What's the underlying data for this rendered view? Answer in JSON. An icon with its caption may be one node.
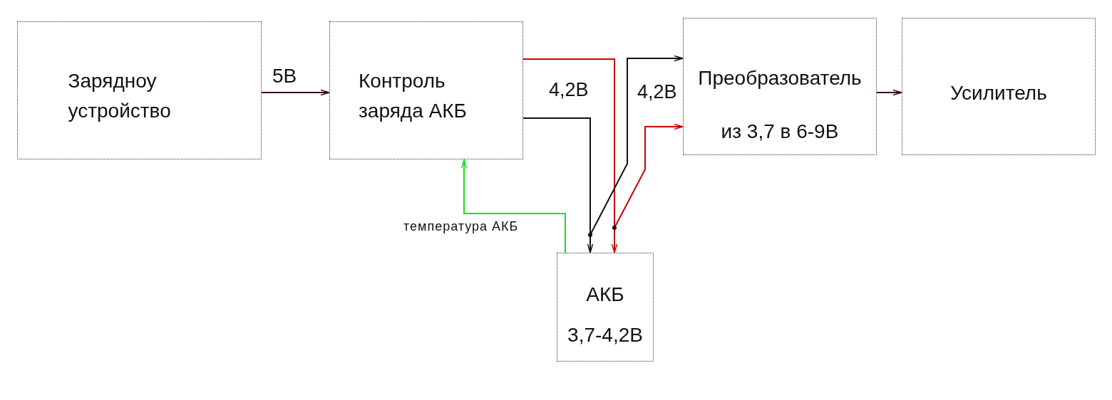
{
  "diagram": {
    "nodes": [
      {
        "text": [
          "Зарядноу устройство"
        ]
      },
      {
        "text": [
          "Контроль заряда АКБ"
        ]
      },
      {
        "text": [
          "Преобразователь",
          "из 3,7 в 6-9В"
        ]
      },
      {
        "text": [
          "Усилитель"
        ]
      },
      {
        "text": [
          "АКБ",
          "3,7-4,2В"
        ]
      }
    ],
    "edges": [
      {
        "from": 0,
        "to": 1,
        "arrow": "to",
        "label": "5В",
        "color": "#3b0b0b"
      },
      {
        "from": 1,
        "to": 4,
        "arrow": "to",
        "color": "#cc0000"
      },
      {
        "from": 1,
        "to": 2,
        "arrow": "to",
        "color": "#cc0000"
      },
      {
        "from": 1,
        "to": 4,
        "arrow": "to"
      },
      {
        "from": 1,
        "to": 2,
        "arrow": "to"
      },
      {
        "from": 4,
        "to": 1,
        "arrow": "to",
        "label": "температура АКБ",
        "color": "#22dd22"
      },
      {
        "from": 2,
        "to": 3,
        "arrow": "to",
        "color": "#3b0b0b"
      }
    ],
    "labels": [
      "4,2В",
      "4,2В"
    ]
  }
}
